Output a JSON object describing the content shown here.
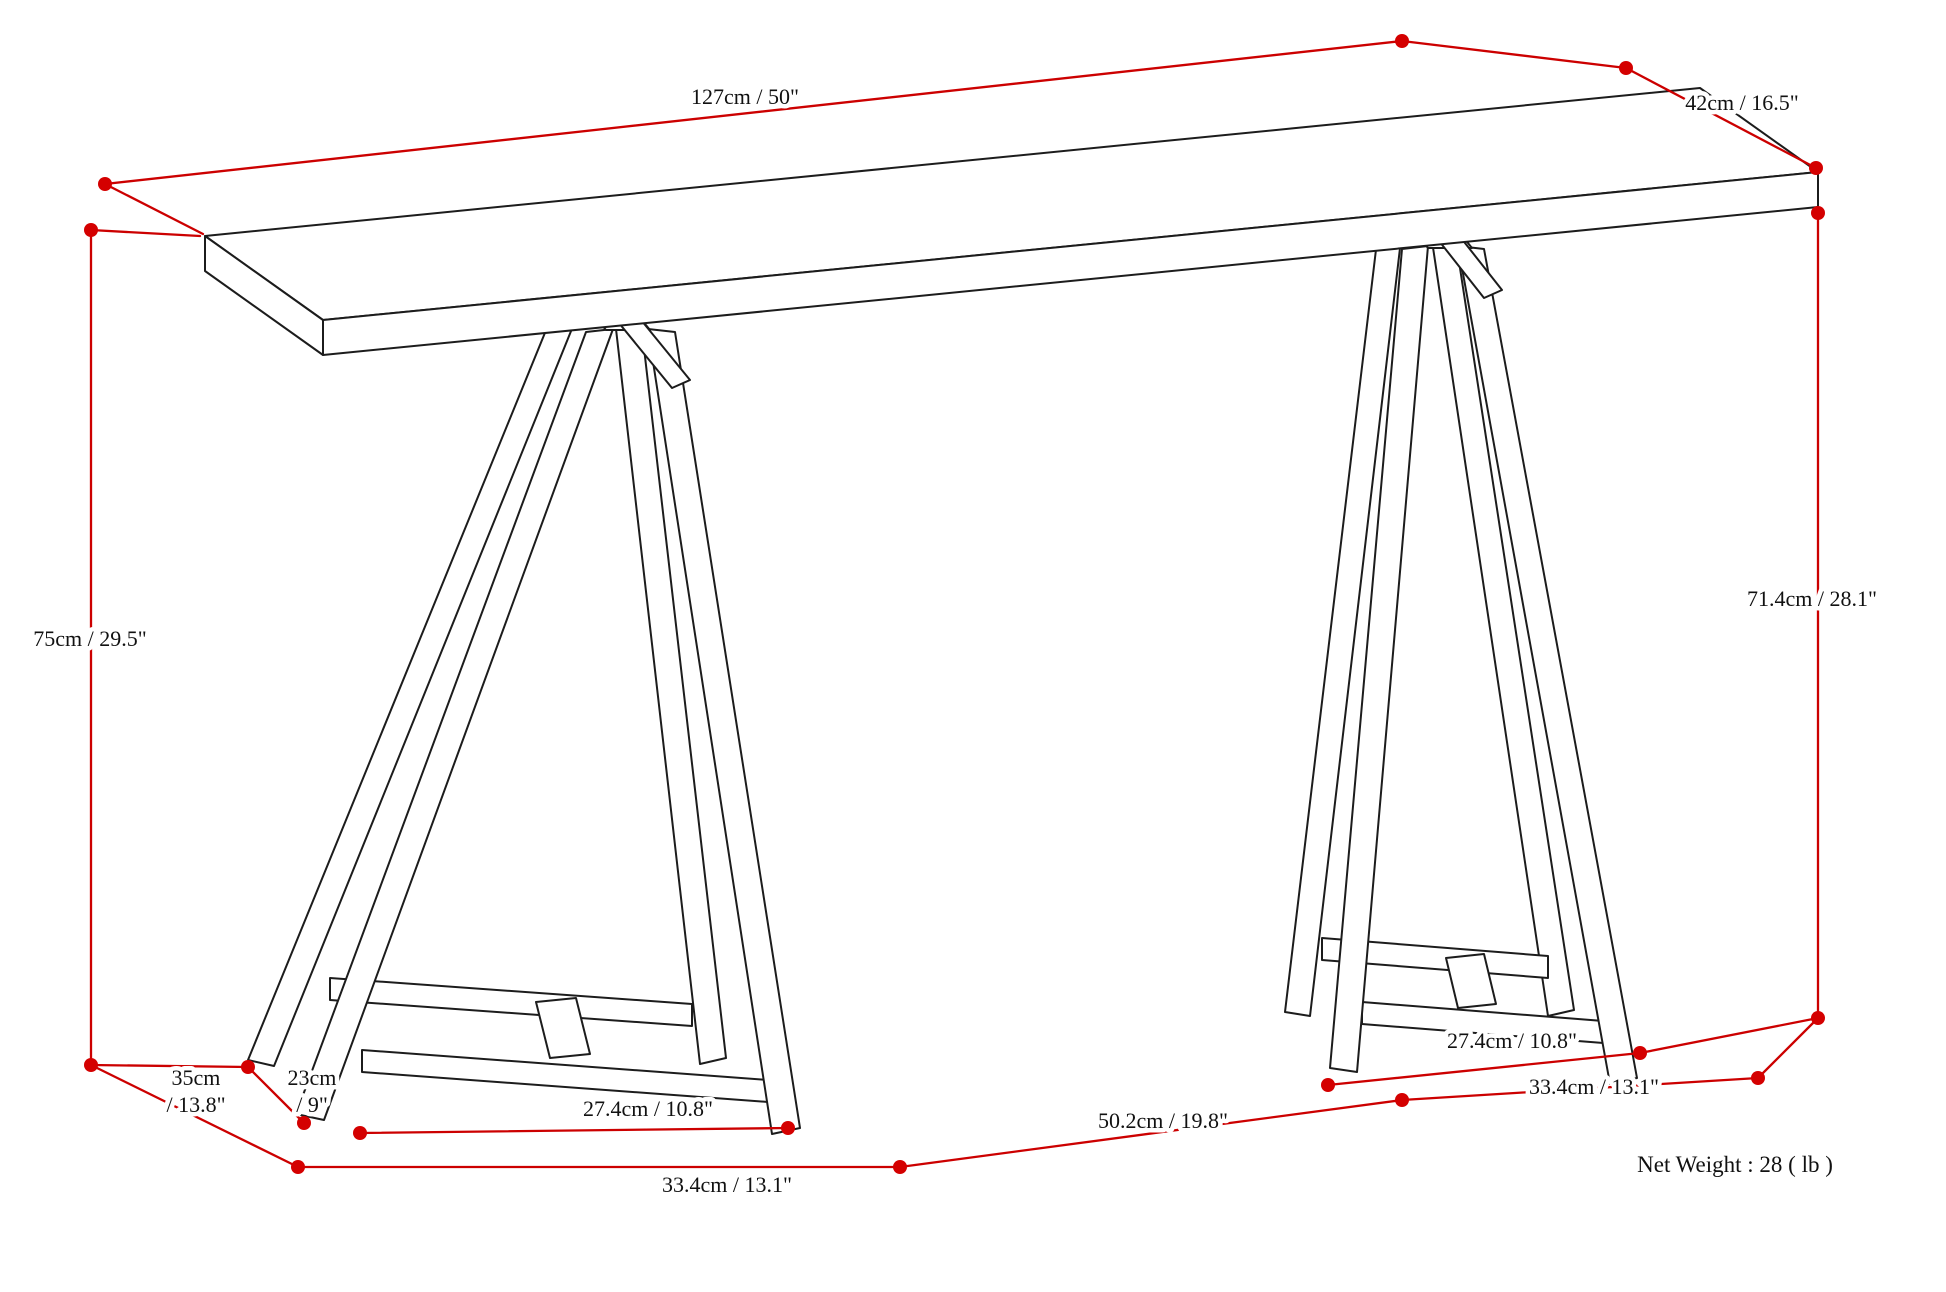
{
  "diagram": {
    "type": "furniture-dimension-drawing",
    "subject": "sawhorse console table line drawing with red dimension annotations",
    "colors": {
      "outline": "#1c1c1c",
      "dimension": "#cc0000",
      "background": "#ffffff"
    },
    "labels": {
      "top_length": "127cm / 50\"",
      "top_depth": "42cm / 16.5\"",
      "height_left": "75cm / 29.5\"",
      "height_right": "71.4cm / 28.1\"",
      "base_depth_cm": "35cm",
      "base_depth_in": "/ 13.8\"",
      "foot_offset_cm": "23cm",
      "foot_offset_in": "/ 9\"",
      "inner_span_left": "27.4cm / 10.8\"",
      "outer_span_left": "33.4cm / 13.1\"",
      "center_gap": "50.2cm / 19.8\"",
      "inner_span_right": "27.4cm / 10.8\"",
      "outer_span_right": "33.4cm / 13.1\"",
      "net_weight": "Net Weight : 28 ( lb )"
    }
  }
}
